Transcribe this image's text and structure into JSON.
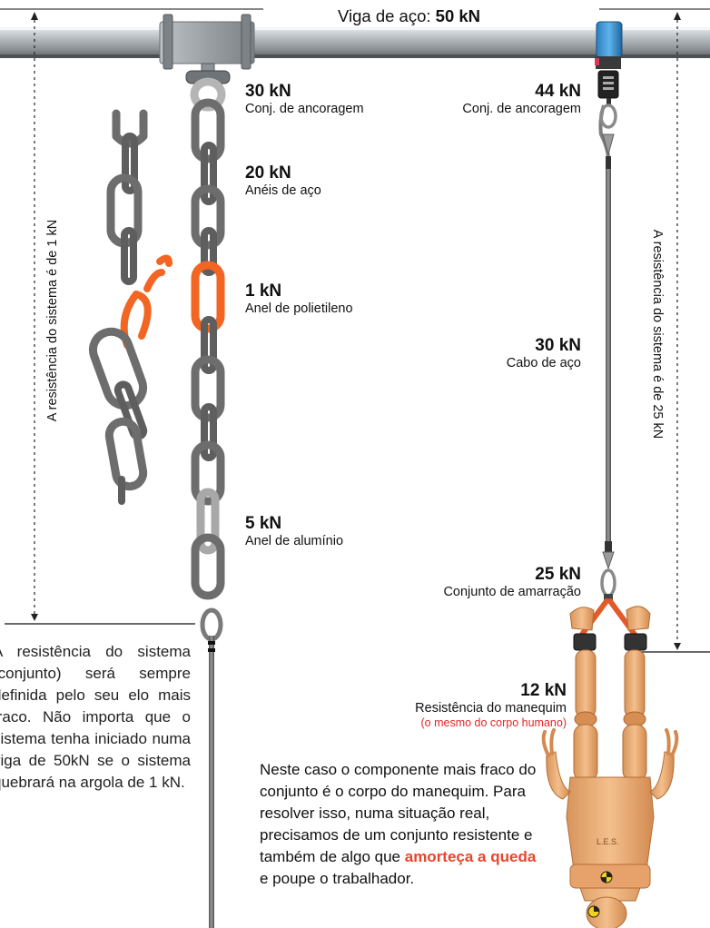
{
  "beam": {
    "label": "Viga de aço:",
    "value": "50 kN"
  },
  "left_system": {
    "side_label": "A resistência do sistema é de 1 kN",
    "components": [
      {
        "value": "30 kN",
        "caption": "Conj. de ancoragem"
      },
      {
        "value": "20 kN",
        "caption": "Anéis de aço"
      },
      {
        "value": "1 kN",
        "caption": "Anel de polietileno"
      },
      {
        "value": "5 kN",
        "caption": "Anel de alumínio"
      }
    ],
    "note": "A resistência do sistema (conjunto) será sempre definida pelo seu elo mais fraco. Não importa que o sistema tenha iniciado numa viga de 50kN se o sistema quebrará na argola de 1 kN."
  },
  "right_system": {
    "side_label": "A resistência do sistema é de 25 kN",
    "components": [
      {
        "value": "44 kN",
        "caption": "Conj. de ancoragem"
      },
      {
        "value": "30 kN",
        "caption": "Cabo de aço"
      },
      {
        "value": "25 kN",
        "caption": "Conjunto de amarração"
      },
      {
        "value": "12 kN",
        "caption": "Resistência do manequim",
        "note": "(o mesmo do corpo humano)"
      }
    ],
    "dummy_tag": "L.E.S.",
    "note": {
      "text_before": "Neste caso o componente mais fraco do conjunto é o corpo do manequim. Para resolver isso, numa situação real, precisamos de um conjunto resistente e também de algo que",
      "highlight": "amorteça a queda",
      "text_after": "e poupe o trabalhador."
    }
  },
  "colors": {
    "steel": "#6d6d6d",
    "polyethylene": "#f26522",
    "aluminium": "#a8a8a8",
    "beam": "#9ea3a8",
    "dummy_skin": "#f0b07a",
    "highlight_red": "#e32626"
  }
}
